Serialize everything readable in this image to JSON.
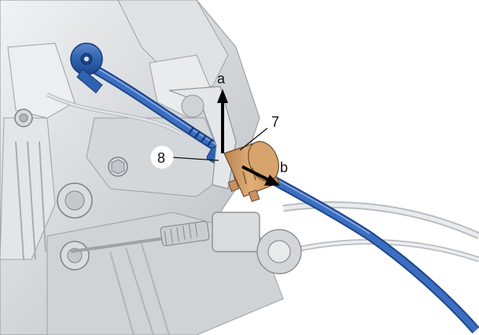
{
  "labels": {
    "arrow_a": "a",
    "arrow_b": "b",
    "callout_7": "7",
    "callout_8": "8"
  },
  "colors": {
    "cable_blue": "#2f63b0",
    "cable_blue_dark": "#1d4589",
    "clip_orange": "#d9a36a",
    "housing_light": "#e6e8ea",
    "housing_mid": "#c7cbcf",
    "housing_dark": "#8e949a",
    "arrow": "#000000"
  }
}
